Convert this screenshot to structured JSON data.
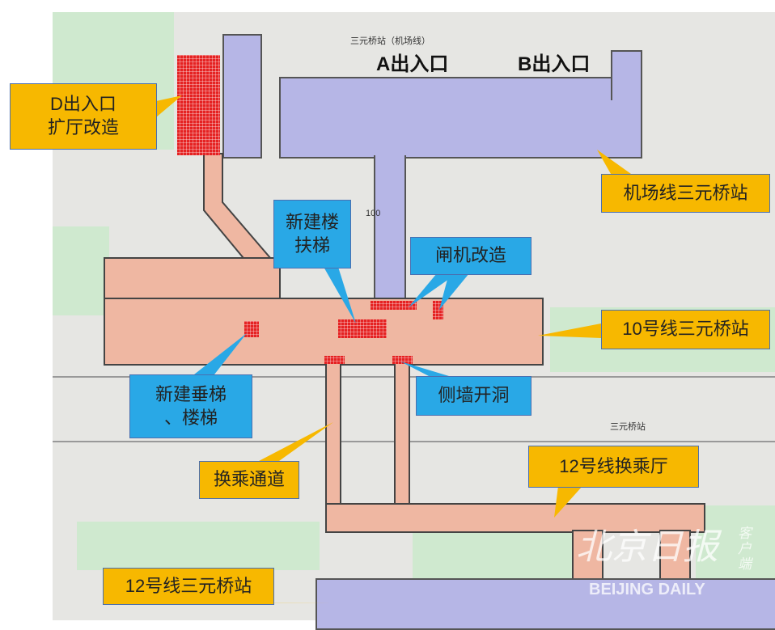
{
  "map": {
    "airport_station_label": "三元桥站（机场线）",
    "line_number_label": "100",
    "line10_area_label": "三元桥站",
    "entrance_a": "A出入口",
    "entrance_b": "B出入口"
  },
  "callouts": {
    "d_entrance": "D出入口\n扩厅改造",
    "airport_line": "机场线三元桥站",
    "new_escalator": "新建楼\n扶梯",
    "gate_upgrade": "闸机改造",
    "line10": "10号线三元桥站",
    "new_elevator": "新建垂梯\n、楼梯",
    "side_wall": "侧墙开洞",
    "transfer_passage": "换乘通道",
    "line12_hall": "12号线换乘厅",
    "line12_station": "12号线三元桥站"
  },
  "watermark": {
    "cn": "北京日报",
    "sub": "客户端",
    "en": "BEIJING DAILY"
  },
  "colors": {
    "airport": "#b6b6e6",
    "line10": "#efb7a2",
    "callout_orange": "#f7b800",
    "callout_blue": "#29a8e6",
    "renovation": "#e52222"
  }
}
